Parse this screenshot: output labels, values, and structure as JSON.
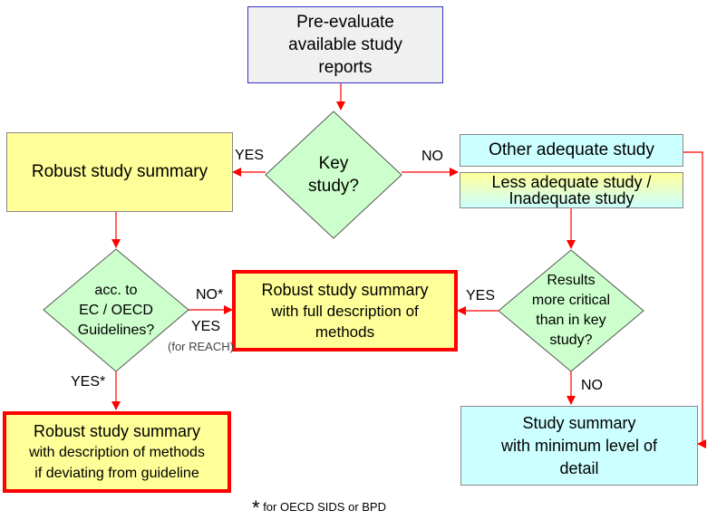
{
  "nodes": {
    "pre_evaluate": [
      "Pre-evaluate",
      "available study",
      "reports"
    ],
    "key_study": [
      "Key",
      "study?"
    ],
    "robust_summary": "Robust study summary",
    "other_adequate": "Other adequate study",
    "less_adequate": [
      "Less adequate study /",
      "Inadequate study"
    ],
    "acc_guidelines": [
      "acc. to",
      "EC / OECD",
      "Guidelines?"
    ],
    "robust_full": [
      "Robust study summary",
      "with full description of",
      "methods"
    ],
    "results_critical": [
      "Results",
      "more critical",
      "than in key",
      "study?"
    ],
    "robust_deviating": [
      "Robust study summary",
      "with description of methods",
      "if deviating from guideline"
    ],
    "minimum_detail": [
      "Study summary",
      "with minimum level of",
      "detail"
    ]
  },
  "edges": {
    "yes_left": "YES",
    "no_right": "NO",
    "no_star": "NO*",
    "yes_reach": "YES",
    "for_reach": "(for REACH)",
    "yes_results": "YES",
    "yes_star": "YES*",
    "no_bottom": "NO"
  },
  "footnote": {
    "star": "*",
    "text": "for OECD SIDS or BPD"
  },
  "colors": {
    "arrow": "#ff0000",
    "highlight_border": "#ff0000",
    "diamond_fill": "#ccffcc",
    "yellow_fill": "#ffff99",
    "cyan_fill": "#ccffff",
    "gray_fill": "#f0f0f0",
    "blue_border": "#3333cc"
  }
}
